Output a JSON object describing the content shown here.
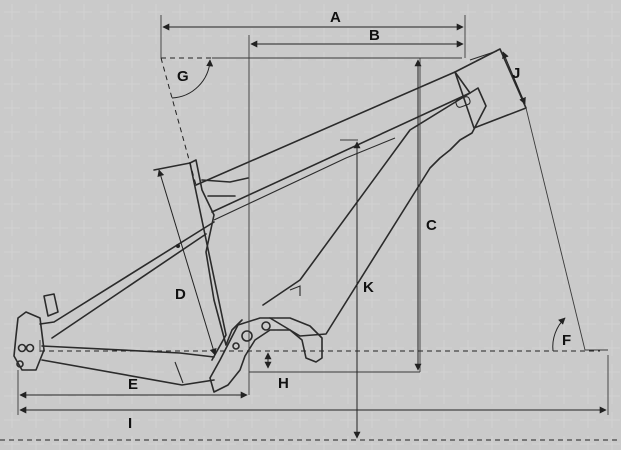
{
  "labels": {
    "A": "A",
    "B": "B",
    "C": "C",
    "D": "D",
    "E": "E",
    "F": "F",
    "G": "G",
    "H": "H",
    "I": "I",
    "J": "J",
    "K": "K"
  },
  "colors": {
    "background": "#cacaca",
    "line": "#222222"
  }
}
